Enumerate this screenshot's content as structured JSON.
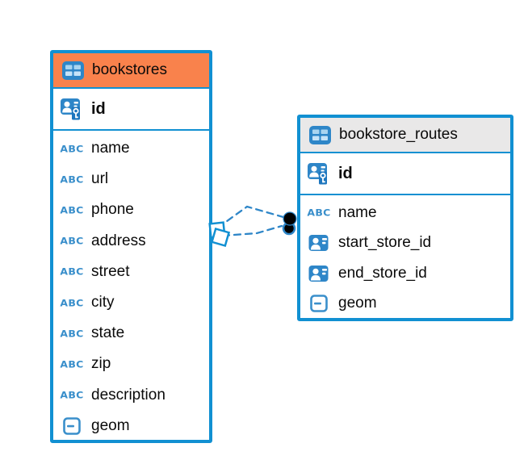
{
  "colors": {
    "table_border": "#1190D2",
    "bookstores_header": "#F9824C",
    "routes_header": "#E9E8E8",
    "icon_blue": "#2E86C8",
    "relation_line": "#2E86C8",
    "text": "#0a0a0a"
  },
  "icons": {
    "text_type_glyph": "ABC",
    "table_icon": "table-grid",
    "primary_key_icon": "person-with-key",
    "reference_icon": "person-id-card",
    "geometry_icon": "box-with-dash"
  },
  "tables": [
    {
      "name": "bookstores",
      "header_style": "orange",
      "primary_key": {
        "name": "id",
        "type": "primary-key"
      },
      "columns": [
        {
          "name": "name",
          "type": "text"
        },
        {
          "name": "url",
          "type": "text"
        },
        {
          "name": "phone",
          "type": "text"
        },
        {
          "name": "address",
          "type": "text"
        },
        {
          "name": "street",
          "type": "text"
        },
        {
          "name": "city",
          "type": "text"
        },
        {
          "name": "state",
          "type": "text"
        },
        {
          "name": "zip",
          "type": "text"
        },
        {
          "name": "description",
          "type": "text"
        },
        {
          "name": "geom",
          "type": "geometry"
        }
      ]
    },
    {
      "name": "bookstore_routes",
      "header_style": "gray",
      "primary_key": {
        "name": "id",
        "type": "primary-key"
      },
      "columns": [
        {
          "name": "name",
          "type": "text"
        },
        {
          "name": "start_store_id",
          "type": "reference"
        },
        {
          "name": "end_store_id",
          "type": "reference"
        },
        {
          "name": "geom",
          "type": "geometry"
        }
      ]
    }
  ],
  "relationships": [
    {
      "between": "bookstores ↔ bookstore_routes",
      "line_style": "dashed",
      "left_marker": "diamond",
      "right_marker": "filled-circle"
    },
    {
      "between": "bookstores ↔ bookstore_routes",
      "line_style": "dashed",
      "left_marker": "diamond",
      "right_marker": "filled-circle"
    }
  ]
}
